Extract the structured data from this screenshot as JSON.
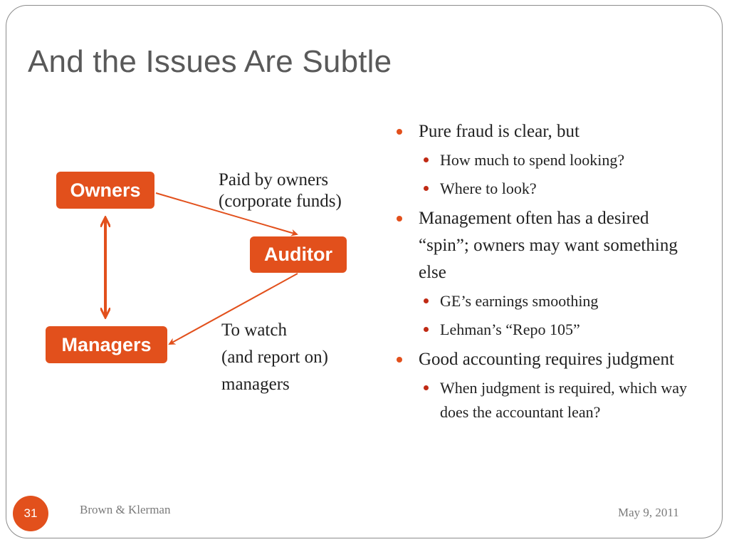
{
  "title": "And the Issues Are Subtle",
  "diagram": {
    "owners": "Owners",
    "auditor": "Auditor",
    "managers": "Managers",
    "paid_label": [
      "Paid by owners",
      "(corporate funds)"
    ],
    "watch_label": [
      "To watch",
      "(and report on)",
      "managers"
    ],
    "accent_color": "#e2501c"
  },
  "bullets": [
    {
      "text": "Pure fraud is clear, but",
      "sub": [
        "How much to spend looking?",
        "Where to look?"
      ]
    },
    {
      "text": "Management often has a desired “spin”; owners may want something else",
      "sub": [
        "GE’s earnings smoothing",
        "Lehman’s “Repo 105”"
      ]
    },
    {
      "text": "Good accounting requires judgment",
      "sub": [
        "When judgment is required, which way does the accountant lean?"
      ]
    }
  ],
  "footer": {
    "slide_number": "31",
    "author": "Brown & Klerman",
    "date": "May 9, 2011"
  }
}
